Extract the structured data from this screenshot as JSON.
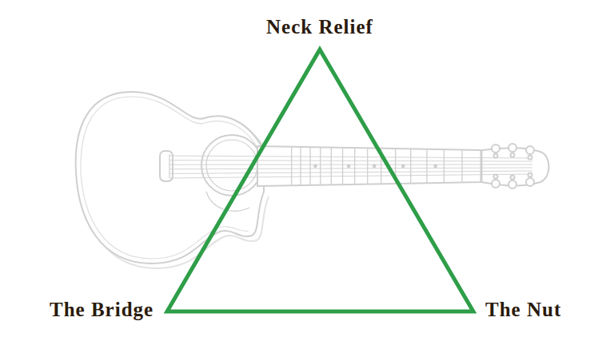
{
  "diagram": {
    "labels": [
      "Neck Relief",
      "The Bridge",
      "The Nut"
    ]
  }
}
